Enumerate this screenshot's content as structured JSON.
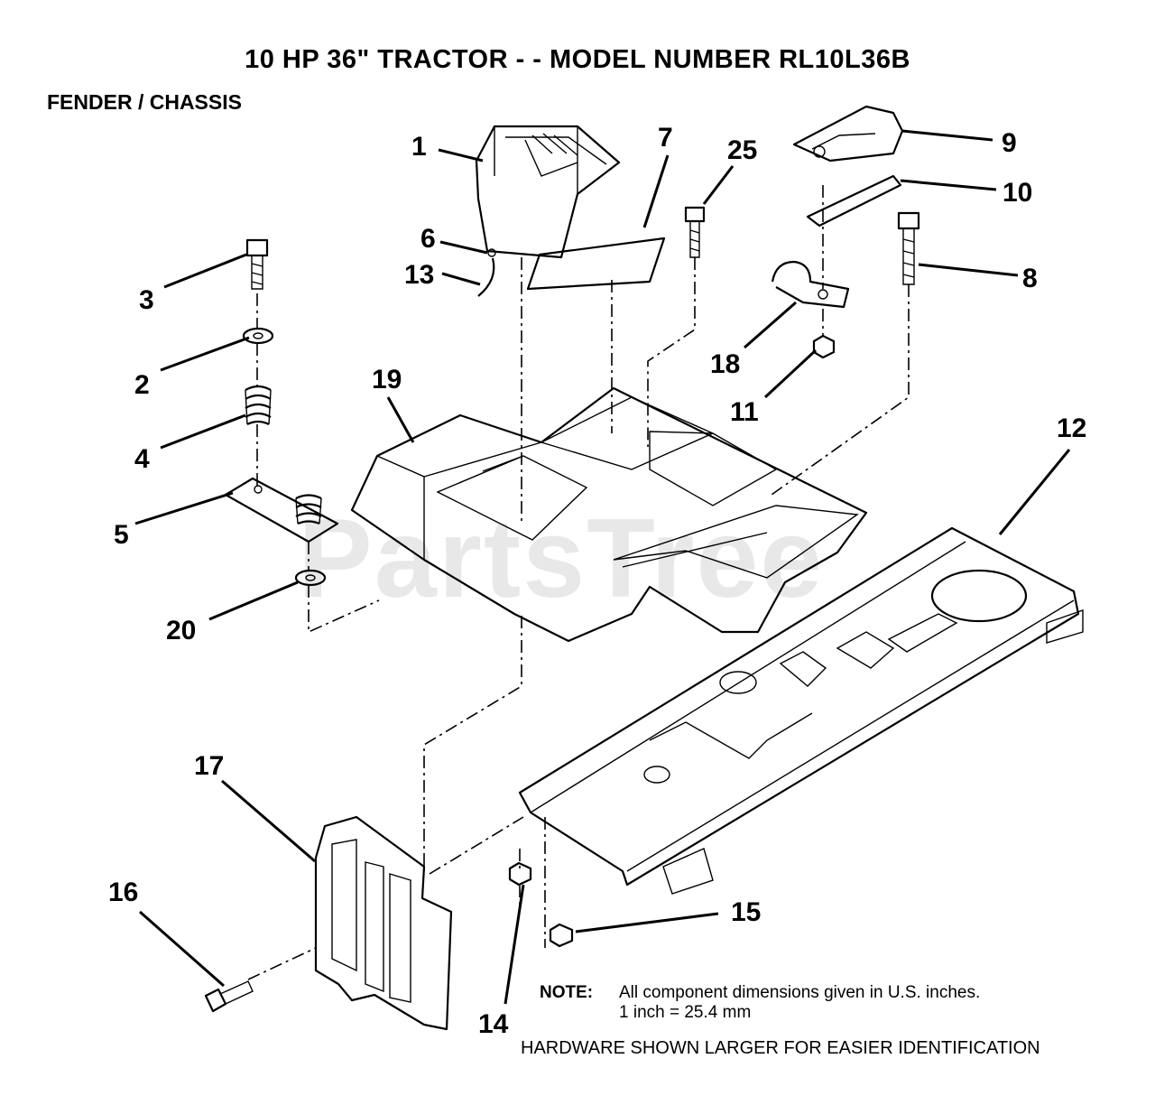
{
  "title": "10 HP 36\" TRACTOR - - MODEL NUMBER RL10L36B",
  "subtitle": "FENDER / CHASSIS",
  "watermark": "PartsTree",
  "callouts": [
    "1",
    "2",
    "3",
    "4",
    "5",
    "6",
    "7",
    "8",
    "9",
    "10",
    "11",
    "12",
    "13",
    "14",
    "15",
    "16",
    "17",
    "18",
    "19",
    "20",
    "25"
  ],
  "note": {
    "label": "NOTE:",
    "line1": "All component dimensions given in U.S. inches.",
    "line2": "1 inch = 25.4 mm"
  },
  "hardware_note": "HARDWARE SHOWN LARGER FOR EASIER IDENTIFICATION"
}
